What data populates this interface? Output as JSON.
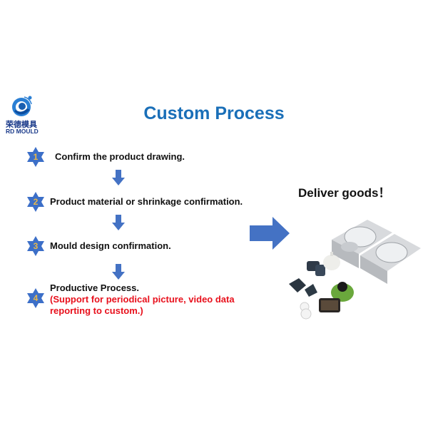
{
  "logo": {
    "name_cn": "荣德模具",
    "name_en": "RD MOULD",
    "icon": "swirl-logo-icon",
    "color": "#1a3a8a"
  },
  "title": "Custom Process",
  "title_color": "#1a6fb8",
  "steps": [
    {
      "number": "1",
      "text": "Confirm the product drawing.",
      "note": ""
    },
    {
      "number": "2",
      "text": "Product material or shrinkage confirmation.",
      "note": ""
    },
    {
      "number": "3",
      "text": "Mould design confirmation.",
      "note": ""
    },
    {
      "number": "4",
      "text": "Productive Process.",
      "note_line1": "(Support for periodical picture, video data",
      "note_line2": "reporting to custom.)"
    }
  ],
  "colors": {
    "star": "#3c6fc8",
    "star_number": "#e8b84a",
    "arrow": "#4472c4",
    "note": "#e8101c"
  },
  "deliver": {
    "label": "Deliver goods！",
    "image": "mould-and-plastic-parts-photo"
  }
}
